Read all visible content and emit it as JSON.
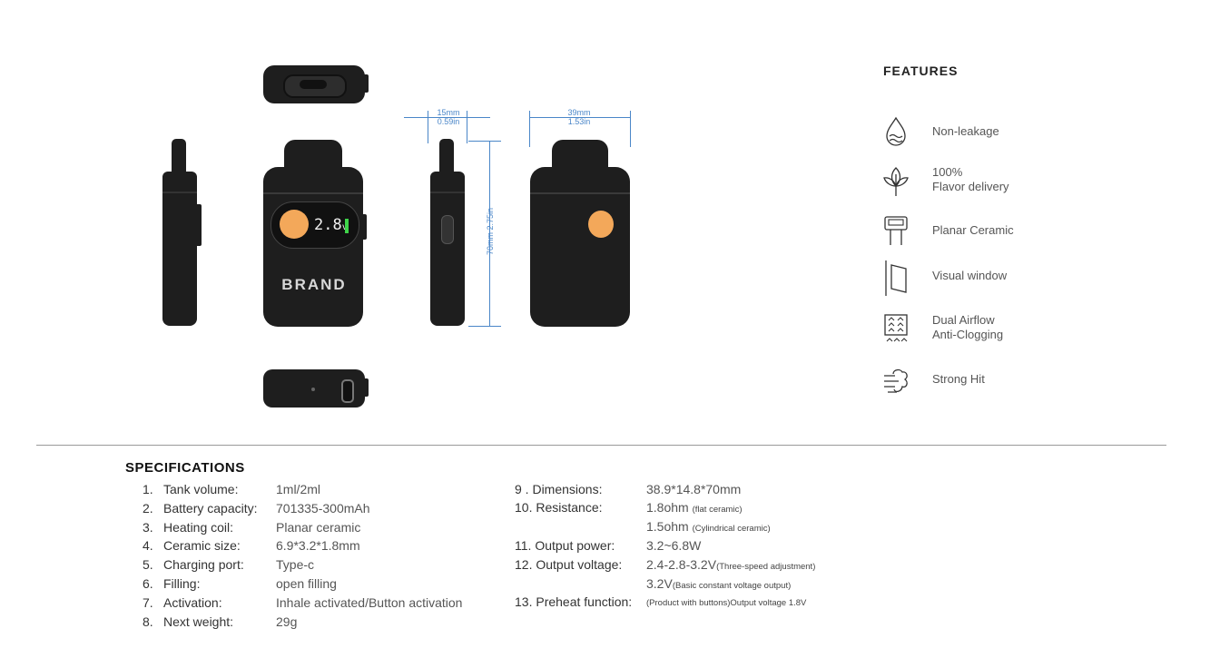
{
  "device": {
    "brand_text": "BRAND",
    "screen_value": "2.8",
    "screen_unit": "v"
  },
  "dimensions": {
    "depth_mm": "15mm",
    "depth_in": "0.59in",
    "width_mm": "39mm",
    "width_in": "1.53in",
    "height_mm": "70mm",
    "height_in": "2.75in"
  },
  "features": {
    "title": "FEATURES",
    "items": [
      {
        "label": "Non-leakage",
        "icon": "drop-icon"
      },
      {
        "label": "100%\nFlavor delivery",
        "icon": "leaf-icon"
      },
      {
        "label": "Planar Ceramic",
        "icon": "ceramic-coil-icon"
      },
      {
        "label": "Visual window",
        "icon": "window-icon"
      },
      {
        "label": "Dual Airflow\nAnti-Clogging",
        "icon": "airflow-icon"
      },
      {
        "label": "Strong Hit",
        "icon": "wind-icon"
      }
    ]
  },
  "specifications": {
    "title": "SPECIFICATIONS",
    "left": [
      {
        "num": "1.",
        "label": "Tank volume:",
        "value": "1ml/2ml"
      },
      {
        "num": "2.",
        "label": "Battery capacity:",
        "value": "701335-300mAh"
      },
      {
        "num": "3.",
        "label": "Heating coil:",
        "value": "Planar ceramic"
      },
      {
        "num": "4.",
        "label": "Ceramic size:",
        "value": "6.9*3.2*1.8mm"
      },
      {
        "num": "5.",
        "label": "Charging port:",
        "value": "Type-c"
      },
      {
        "num": "6.",
        "label": "Filling:",
        "value": "open filling"
      },
      {
        "num": "7.",
        "label": "Activation:",
        "value": "Inhale activated/Button activation"
      },
      {
        "num": "8.",
        "label": "Next weight:",
        "value": "29g"
      }
    ],
    "right": {
      "dimensions_label": "9  . Dimensions:",
      "dimensions_value": "38.9*14.8*70mm",
      "resistance_label": "10. Resistance:",
      "resistance_value_1": "1.8ohm",
      "resistance_note_1": "(flat ceramic)",
      "resistance_value_2": "1.5ohm",
      "resistance_note_2": "(Cylindrical ceramic)",
      "power_label": "11. Output power:",
      "power_value": "3.2~6.8W",
      "voltage_label": "12. Output voltage:",
      "voltage_value_1": "2.4-2.8-3.2V",
      "voltage_note_1": "(Three-speed adjustment)",
      "voltage_value_2": "3.2V",
      "voltage_note_2": "(Basic constant voltage output)",
      "preheat_label": "13. Preheat function:",
      "preheat_value": "(Product with buttons)Output voltage 1.8V"
    }
  }
}
